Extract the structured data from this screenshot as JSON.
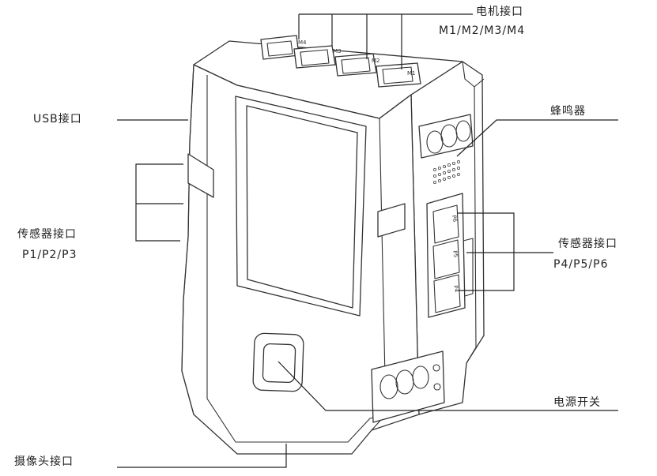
{
  "labels": {
    "motor_port": "电机接口",
    "motor_port_ids": "M1/M2/M3/M4",
    "usb_port": "USB接口",
    "buzzer": "蜂鸣器",
    "sensor_port_left": "传感器接口",
    "sensor_port_left_ids": "P1/P2/P3",
    "sensor_port_right": "传感器接口",
    "sensor_port_right_ids": "P4/P5/P6",
    "power_switch": "电源开关",
    "camera_port": "摄像头接口"
  },
  "port_tags": {
    "p4": "P4",
    "p5": "P5",
    "p6": "P6",
    "m1": "M1",
    "m2": "M2",
    "m3": "M3",
    "m4": "M4"
  }
}
